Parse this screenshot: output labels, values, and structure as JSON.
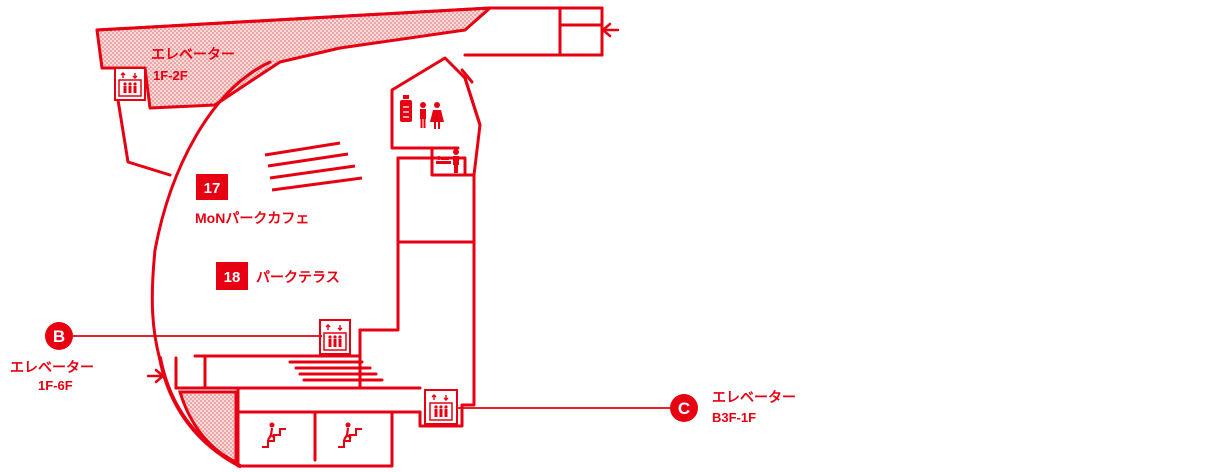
{
  "colors": {
    "accent": "#e60012",
    "background": "#ffffff",
    "hatch": "#e60012"
  },
  "labels": {
    "elevator_top": {
      "name": "エレベーター",
      "floors": "1F-2F"
    },
    "elevator_b": {
      "marker": "B",
      "name": "エレベーター",
      "floors": "1F-6F"
    },
    "elevator_c": {
      "marker": "C",
      "name": "エレベーター",
      "floors": "B3F-1F"
    },
    "spot_17": {
      "number": "17",
      "name": "MoNパークカフェ"
    },
    "spot_18": {
      "number": "18",
      "name": "パークテラス"
    }
  },
  "icons": [
    "entrance-arrow-icon",
    "elevator-icon",
    "baby-bottle-icon",
    "restroom-icon",
    "diaper-changing-icon",
    "stairs-icon"
  ]
}
